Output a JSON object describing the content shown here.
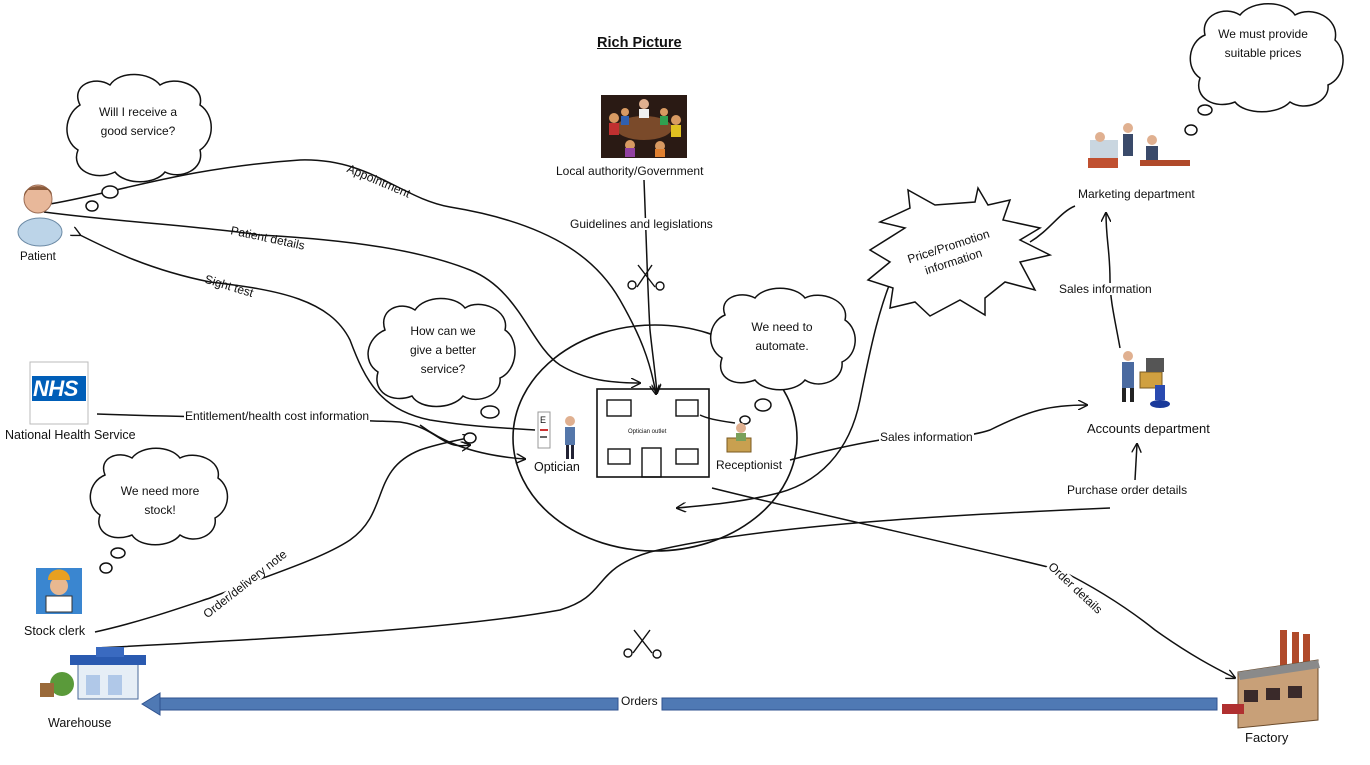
{
  "title": "Rich Picture",
  "actors": {
    "patient": "Patient",
    "nhs_logo": "NHS",
    "nhs": "National Health Service",
    "stock_clerk": "Stock clerk",
    "warehouse": "Warehouse",
    "local_authority": "Local authority/Government",
    "optician": "Optician",
    "optician_outlet": "Optician outlet",
    "receptionist": "Receptionist",
    "marketing": "Marketing department",
    "accounts": "Accounts department",
    "factory": "Factory"
  },
  "flows": {
    "appointment": "Appointment",
    "patient_details": "Patient details",
    "sight_test": "Sight test",
    "entitlement": "Entitlement/health cost information",
    "order_delivery": "Order/delivery note",
    "guidelines": "Guidelines and legislations",
    "sales_info_left": "Sales information",
    "sales_info_right": "Sales information",
    "purchase_order": "Purchase order details",
    "order_details": "Order details",
    "orders": "Orders",
    "price_promotion": "Price/Promotion information"
  },
  "thoughts": {
    "patient": "Will I receive a good service?",
    "optician": "How can we give a better service?",
    "receptionist": "We need to automate.",
    "stock_clerk": "We need more stock!",
    "marketing": "We must provide suitable prices"
  },
  "colors": {
    "orders_arrow": "#4f79b4",
    "orders_arrow_border": "#2f528f",
    "nhs_blue": "#005eb8"
  }
}
